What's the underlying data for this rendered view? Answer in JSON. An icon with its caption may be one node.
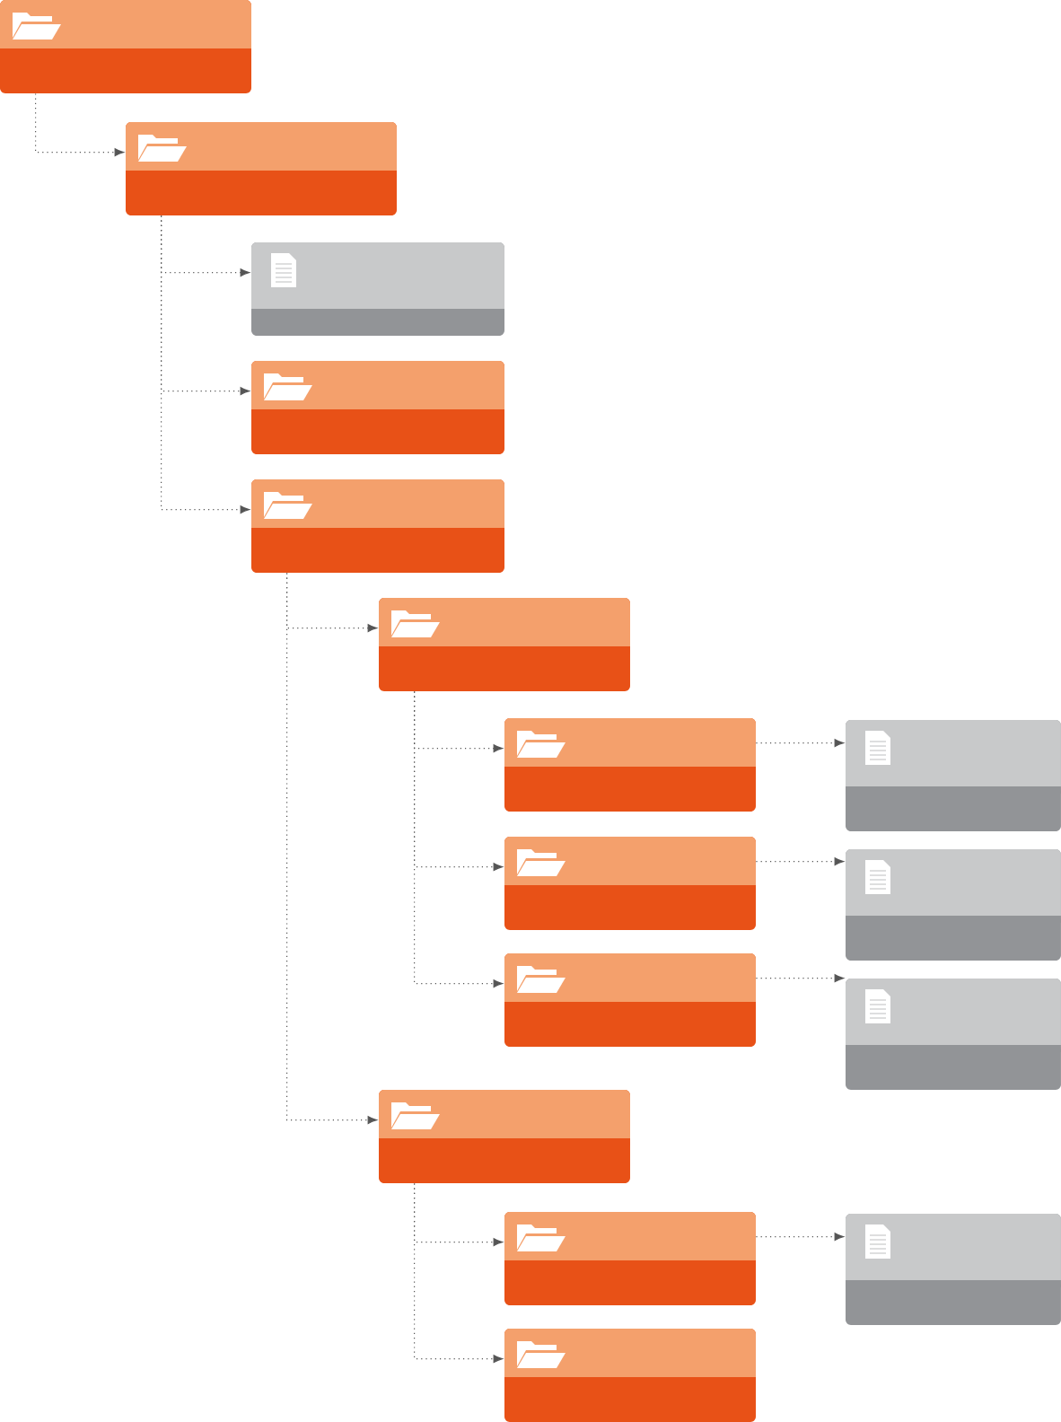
{
  "diagram": {
    "nodes": [
      {
        "text": [],
        "shape": "folder"
      },
      {
        "text": [],
        "shape": "folder"
      },
      {
        "text": [],
        "shape": "file"
      },
      {
        "text": [],
        "shape": "folder"
      },
      {
        "text": [],
        "shape": "folder"
      },
      {
        "text": [],
        "shape": "folder"
      },
      {
        "text": [],
        "shape": "folder"
      },
      {
        "text": [],
        "shape": "file"
      },
      {
        "text": [],
        "shape": "folder"
      },
      {
        "text": [],
        "shape": "file"
      },
      {
        "text": [],
        "shape": "folder"
      },
      {
        "text": [],
        "shape": "file"
      },
      {
        "text": [],
        "shape": "folder"
      },
      {
        "text": [],
        "shape": "folder"
      },
      {
        "text": [],
        "shape": "file"
      },
      {
        "text": [],
        "shape": "folder"
      }
    ],
    "edges": [
      {
        "from": 0,
        "to": 1,
        "arrow": "to"
      },
      {
        "from": 1,
        "to": 2,
        "arrow": "to"
      },
      {
        "from": 1,
        "to": 3,
        "arrow": "to"
      },
      {
        "from": 1,
        "to": 4,
        "arrow": "to"
      },
      {
        "from": 4,
        "to": 5,
        "arrow": "to"
      },
      {
        "from": 4,
        "to": 12,
        "arrow": "to"
      },
      {
        "from": 5,
        "to": 6,
        "arrow": "to"
      },
      {
        "from": 5,
        "to": 8,
        "arrow": "to"
      },
      {
        "from": 5,
        "to": 10,
        "arrow": "to"
      },
      {
        "from": 6,
        "to": 7,
        "arrow": "to"
      },
      {
        "from": 8,
        "to": 9,
        "arrow": "to"
      },
      {
        "from": 10,
        "to": 11,
        "arrow": "to"
      },
      {
        "from": 12,
        "to": 13,
        "arrow": "to"
      },
      {
        "from": 12,
        "to": 15,
        "arrow": "to"
      },
      {
        "from": 13,
        "to": 14,
        "arrow": "to"
      }
    ]
  }
}
